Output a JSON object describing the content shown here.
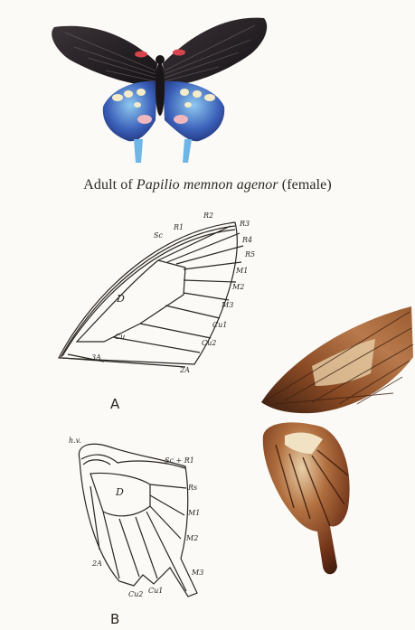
{
  "caption": {
    "prefix": "Adult of ",
    "species": "Papilio memnon agenor",
    "suffix": " (female)"
  },
  "forewing_diagram": {
    "letter": "A",
    "labels": [
      "Sc",
      "R1",
      "R2",
      "R3",
      "R4",
      "R5",
      "M1",
      "M2",
      "M3",
      "Cu1",
      "Cu2",
      "Cu",
      "3A",
      "2A",
      "D"
    ]
  },
  "hindwing_diagram": {
    "letter": "B",
    "labels": [
      "h.v.",
      "Sc + R1",
      "Rs",
      "M1",
      "M2",
      "M3",
      "Cu1",
      "Cu2",
      "2A",
      "D"
    ]
  },
  "colors": {
    "wing_dark": "#1e1a1c",
    "wing_blue": "#3a5fb8",
    "wing_red": "#d8444e",
    "specimen_brown": "#8a4a24",
    "specimen_pale": "#e8cfa8"
  }
}
